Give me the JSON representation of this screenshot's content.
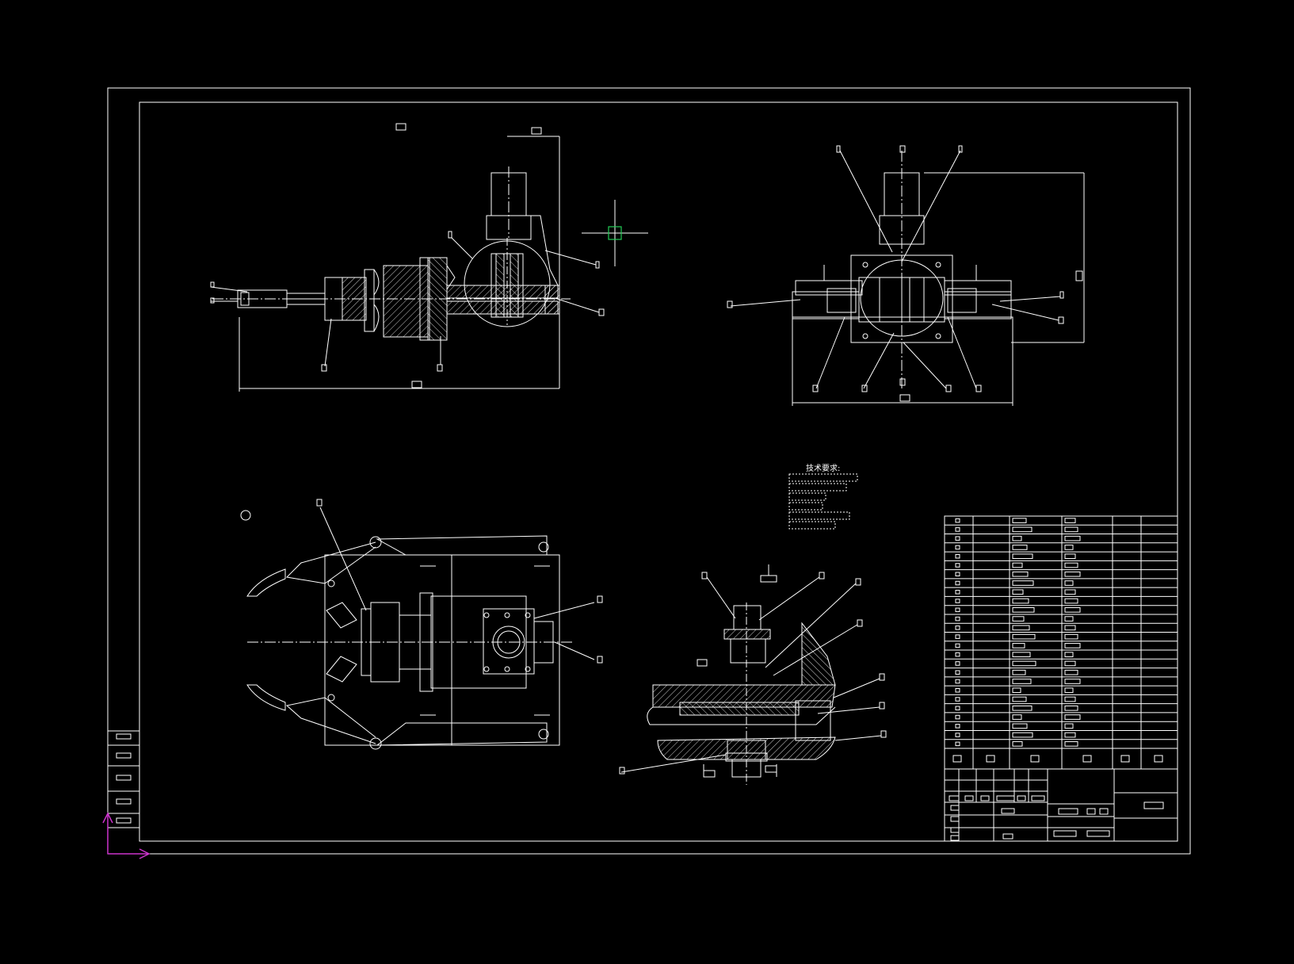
{
  "viewport": {
    "background": "#000000",
    "line_color": "#ffffff",
    "ucs_color": "#cc33cc",
    "cursor_box_color": "#22cc55"
  },
  "tech_requirements": {
    "title": "技术要求:"
  },
  "drawing_content": {
    "views": [
      "front-view",
      "side-view",
      "plan-view",
      "detail-section"
    ],
    "balloon_label_glyph": "□",
    "unreadable_text_rendered_as_boxes": true
  },
  "title_block": {
    "parts_rows": 26
  }
}
